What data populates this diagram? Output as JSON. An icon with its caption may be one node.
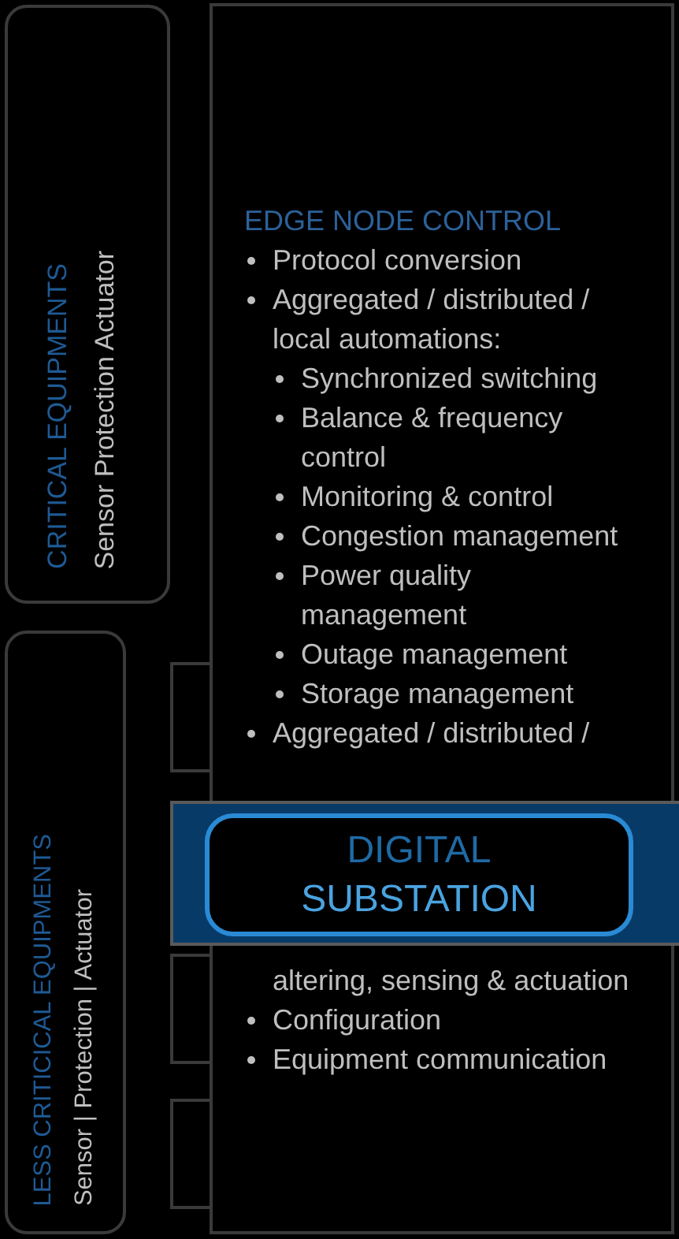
{
  "diagram": {
    "nodes": [
      {
        "text": [
          "CRITICAL EQUIPMENTS",
          "Sensor  Protection  Actuator"
        ]
      },
      {
        "text": [
          "LESS CRITICICAL EQUIPMENTS",
          "Sensor | Protection | Actuator"
        ]
      },
      {
        "text": [
          "EDGE NODE CONTROL",
          "Protocol conversion",
          "Aggregated / distributed / local automations:",
          "Synchronized switching",
          "Balance & frequency control",
          "Monitoring & control",
          "Congestion management",
          "Power quality management",
          "Outage management",
          "Storage management",
          "Aggregated / distributed /",
          "altering, sensing & actuation",
          "Configuration",
          "Equipment communication"
        ]
      },
      {
        "text": [],
        "shape": "box"
      },
      {
        "text": [],
        "shape": "bar"
      },
      {
        "text": [
          "DIGITAL",
          "SUBSTATION"
        ],
        "in": 4
      },
      {
        "text": [],
        "shape": "box"
      },
      {
        "text": [],
        "shape": "box"
      }
    ]
  }
}
